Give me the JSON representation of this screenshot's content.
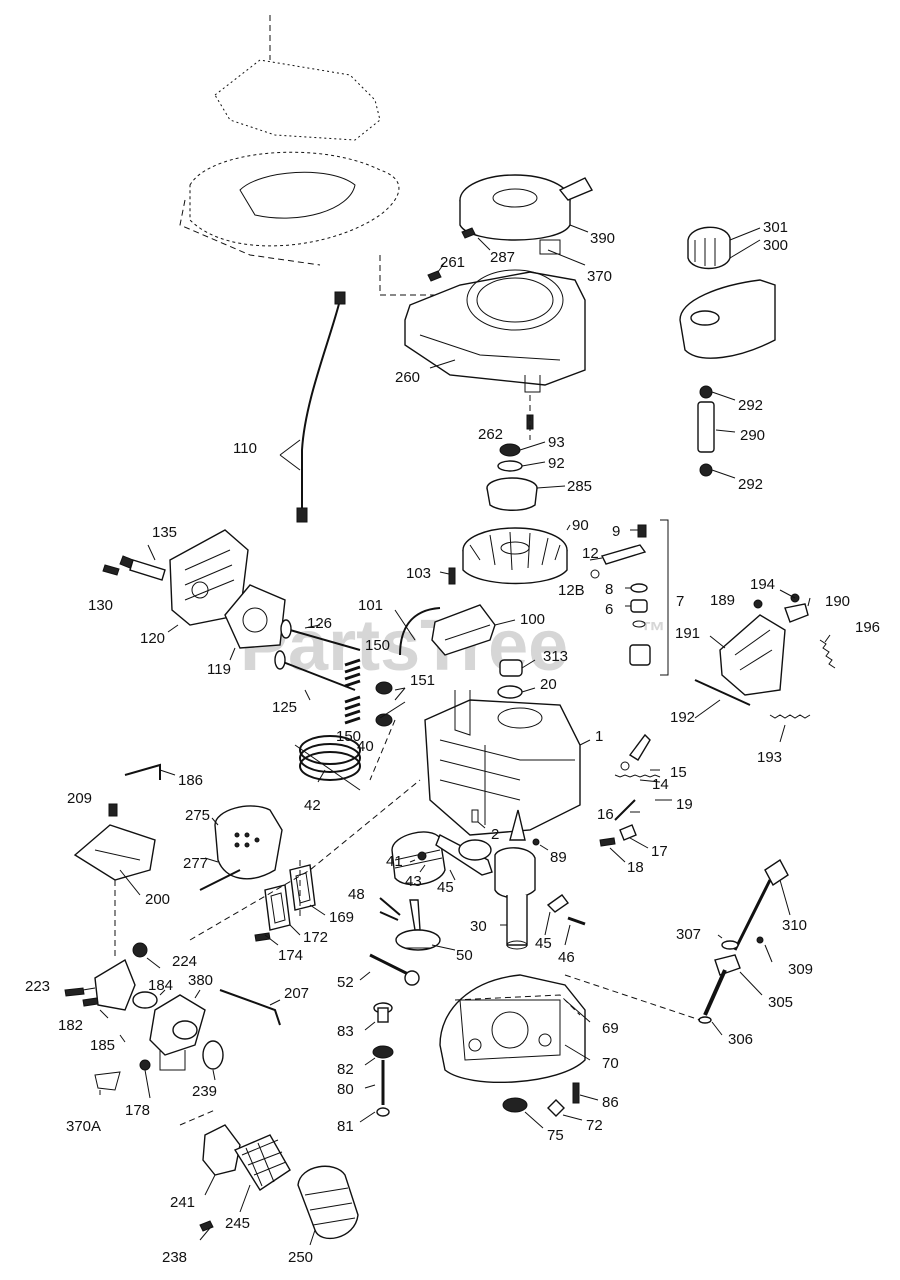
{
  "watermark": "PartsTree",
  "trademark": "™",
  "parts": [
    {
      "id": "390",
      "name": "rewind-starter"
    },
    {
      "id": "287",
      "name": "screw"
    },
    {
      "id": "370",
      "name": "decal"
    },
    {
      "id": "261",
      "name": "screw"
    },
    {
      "id": "260",
      "name": "blower-housing"
    },
    {
      "id": "262",
      "name": "screw"
    },
    {
      "id": "301",
      "name": "fuel-cap"
    },
    {
      "id": "300",
      "name": "fuel-tank"
    },
    {
      "id": "292",
      "name": "clamp"
    },
    {
      "id": "290",
      "name": "fuel-line"
    },
    {
      "id": "110",
      "name": "ground-wire"
    },
    {
      "id": "93",
      "name": "nut"
    },
    {
      "id": "92",
      "name": "washer"
    },
    {
      "id": "285",
      "name": "starter-cup"
    },
    {
      "id": "90",
      "name": "flywheel"
    },
    {
      "id": "135",
      "name": "spark-plug"
    },
    {
      "id": "130",
      "name": "screw"
    },
    {
      "id": "120",
      "name": "cylinder-head"
    },
    {
      "id": "119",
      "name": "head-gasket"
    },
    {
      "id": "9",
      "name": "screw"
    },
    {
      "id": "12",
      "name": "rocker-arm"
    },
    {
      "id": "12B",
      "name": "nut"
    },
    {
      "id": "8",
      "name": "retainer"
    },
    {
      "id": "6",
      "name": "seal"
    },
    {
      "id": "7",
      "name": "valve-kit"
    },
    {
      "id": "103",
      "name": "screw"
    },
    {
      "id": "101",
      "name": "spark-plug-boot"
    },
    {
      "id": "100",
      "name": "ignition-module"
    },
    {
      "id": "126",
      "name": "valve"
    },
    {
      "id": "150",
      "name": "valve-spring"
    },
    {
      "id": "151",
      "name": "spring-cap"
    },
    {
      "id": "125",
      "name": "valve"
    },
    {
      "id": "313",
      "name": "seal"
    },
    {
      "id": "20",
      "name": "oil-seal"
    },
    {
      "id": "40",
      "name": "piston-ring-set"
    },
    {
      "id": "42",
      "name": "piston-rings"
    },
    {
      "id": "1",
      "name": "cylinder"
    },
    {
      "id": "194",
      "name": "screw"
    },
    {
      "id": "189",
      "name": "nut"
    },
    {
      "id": "190",
      "name": "lever"
    },
    {
      "id": "191",
      "name": "control-bracket"
    },
    {
      "id": "196",
      "name": "spring"
    },
    {
      "id": "192",
      "name": "link"
    },
    {
      "id": "193",
      "name": "spring"
    },
    {
      "id": "15",
      "name": "governor-lever"
    },
    {
      "id": "14",
      "name": "clamp"
    },
    {
      "id": "19",
      "name": "governor-spring"
    },
    {
      "id": "16",
      "name": "governor-shaft"
    },
    {
      "id": "17",
      "name": "clip"
    },
    {
      "id": "18",
      "name": "screw"
    },
    {
      "id": "186",
      "name": "link"
    },
    {
      "id": "209",
      "name": "screw"
    },
    {
      "id": "275",
      "name": "muffler"
    },
    {
      "id": "200",
      "name": "air-cleaner-base"
    },
    {
      "id": "277",
      "name": "screw"
    },
    {
      "id": "169",
      "name": "gasket"
    },
    {
      "id": "172",
      "name": "gasket"
    },
    {
      "id": "174",
      "name": "screw"
    },
    {
      "id": "41",
      "name": "piston"
    },
    {
      "id": "43",
      "name": "pin-retainer"
    },
    {
      "id": "45",
      "name": "connecting-rod"
    },
    {
      "id": "2",
      "name": "dowel-pin"
    },
    {
      "id": "89",
      "name": "pin"
    },
    {
      "id": "30",
      "name": "crankshaft"
    },
    {
      "id": "48",
      "name": "bolt"
    },
    {
      "id": "50",
      "name": "camshaft"
    },
    {
      "id": "46",
      "name": "screw"
    },
    {
      "id": "52",
      "name": "shaft"
    },
    {
      "id": "224",
      "name": "screw"
    },
    {
      "id": "223",
      "name": "screw"
    },
    {
      "id": "184",
      "name": "gasket"
    },
    {
      "id": "380",
      "name": "carburetor"
    },
    {
      "id": "207",
      "name": "link"
    },
    {
      "id": "182",
      "name": "screw"
    },
    {
      "id": "185",
      "name": "adapter"
    },
    {
      "id": "178",
      "name": "nut"
    },
    {
      "id": "239",
      "name": "gasket"
    },
    {
      "id": "370A",
      "name": "decal"
    },
    {
      "id": "83",
      "name": "plug"
    },
    {
      "id": "82",
      "name": "gear"
    },
    {
      "id": "80",
      "name": "governor-shaft"
    },
    {
      "id": "81",
      "name": "washer"
    },
    {
      "id": "69",
      "name": "gasket"
    },
    {
      "id": "70",
      "name": "mounting-flange"
    },
    {
      "id": "86",
      "name": "screw"
    },
    {
      "id": "75",
      "name": "oil-seal"
    },
    {
      "id": "72",
      "name": "drain-plug"
    },
    {
      "id": "310",
      "name": "dipstick"
    },
    {
      "id": "307",
      "name": "o-ring"
    },
    {
      "id": "309",
      "name": "screw"
    },
    {
      "id": "305",
      "name": "oil-fill-tube"
    },
    {
      "id": "306",
      "name": "o-ring"
    },
    {
      "id": "241",
      "name": "air-cleaner-body"
    },
    {
      "id": "245",
      "name": "filter-element"
    },
    {
      "id": "238",
      "name": "screw"
    },
    {
      "id": "250",
      "name": "pre-filter"
    }
  ]
}
